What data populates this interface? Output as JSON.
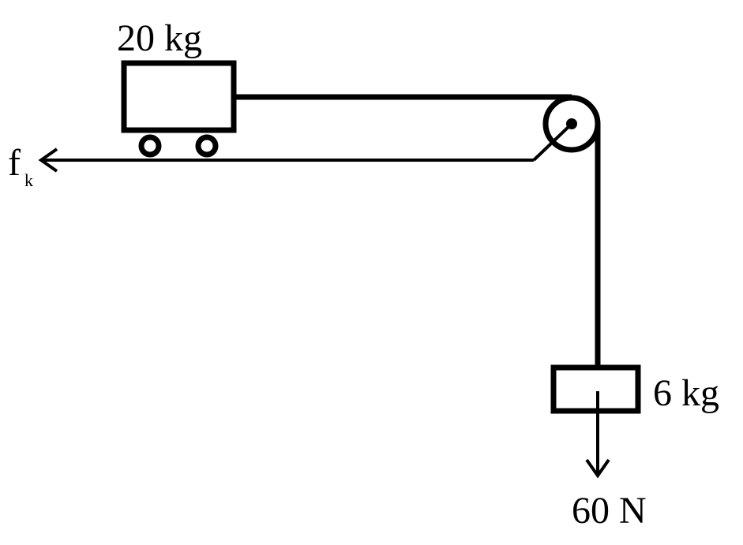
{
  "diagram": {
    "cart_mass_label": "20 kg",
    "hanging_mass_label": "6 kg",
    "weight_label": "60 N",
    "friction_label": "f",
    "friction_subscript": "k",
    "ink_color": "#000000",
    "background_color": "#ffffff"
  }
}
